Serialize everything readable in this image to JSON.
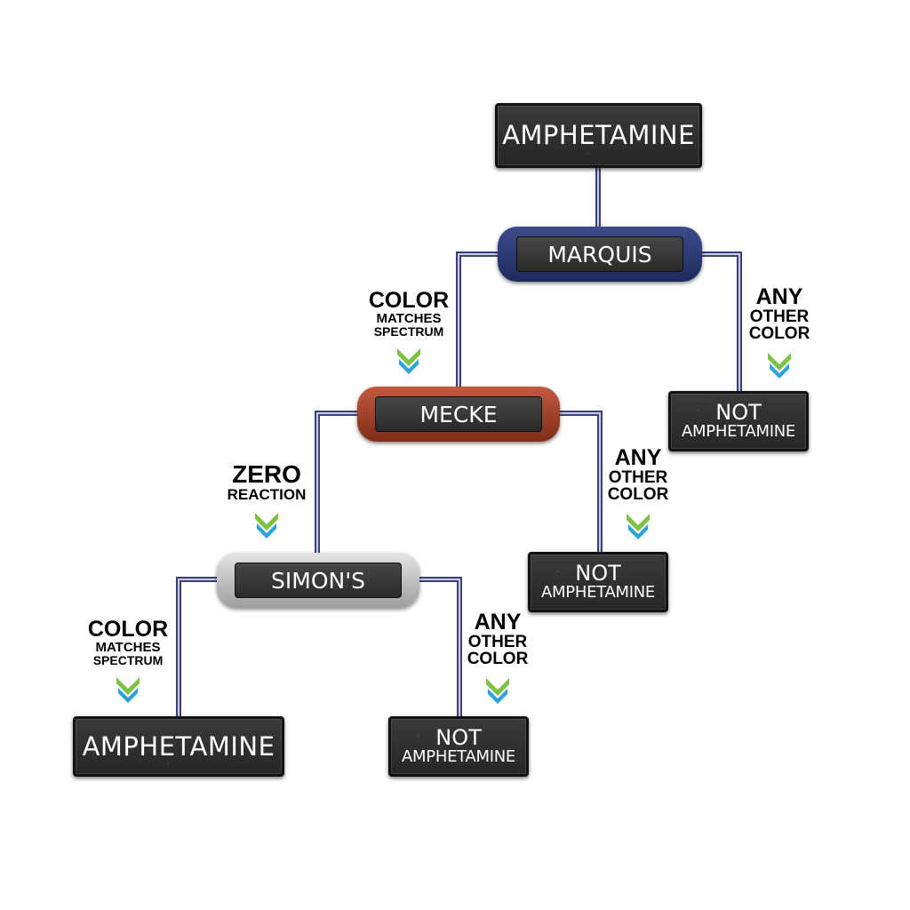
{
  "colors": {
    "wire": "#3a4078",
    "wire_highlight": "#c9cbe8",
    "marquis": "#2a3a7a",
    "mecke": "#a8452d",
    "simons": "#c0c0c0",
    "chevron_green": "#7ec242",
    "chevron_blue": "#2ba3dc"
  },
  "nodes": {
    "root": {
      "label": "AMPHETAMINE"
    },
    "marquis": {
      "label": "MARQUIS"
    },
    "mecke": {
      "label": "MECKE"
    },
    "simons": {
      "label": "SIMON'S"
    },
    "result_positive": {
      "label": "AMPHETAMINE"
    },
    "not_marquis": {
      "line1": "NOT",
      "line2": "AMPHETAMINE"
    },
    "not_mecke": {
      "line1": "NOT",
      "line2": "AMPHETAMINE"
    },
    "not_simons": {
      "line1": "NOT",
      "line2": "AMPHETAMINE"
    }
  },
  "conditions": {
    "marquis_match": {
      "line1": "COLOR",
      "line2": "MATCHES",
      "line3": "SPECTRUM",
      "icon": "chevron-down-icon"
    },
    "marquis_other": {
      "line1": "ANY",
      "line2": "OTHER",
      "line3": "COLOR",
      "icon": "chevron-down-icon"
    },
    "mecke_zero": {
      "line1": "ZERO",
      "line2": "REACTION",
      "icon": "chevron-down-icon"
    },
    "mecke_other": {
      "line1": "ANY",
      "line2": "OTHER",
      "line3": "COLOR",
      "icon": "chevron-down-icon"
    },
    "simons_match": {
      "line1": "COLOR",
      "line2": "MATCHES",
      "line3": "SPECTRUM",
      "icon": "chevron-down-icon"
    },
    "simons_other": {
      "line1": "ANY",
      "line2": "OTHER",
      "line3": "COLOR",
      "icon": "chevron-down-icon"
    }
  }
}
